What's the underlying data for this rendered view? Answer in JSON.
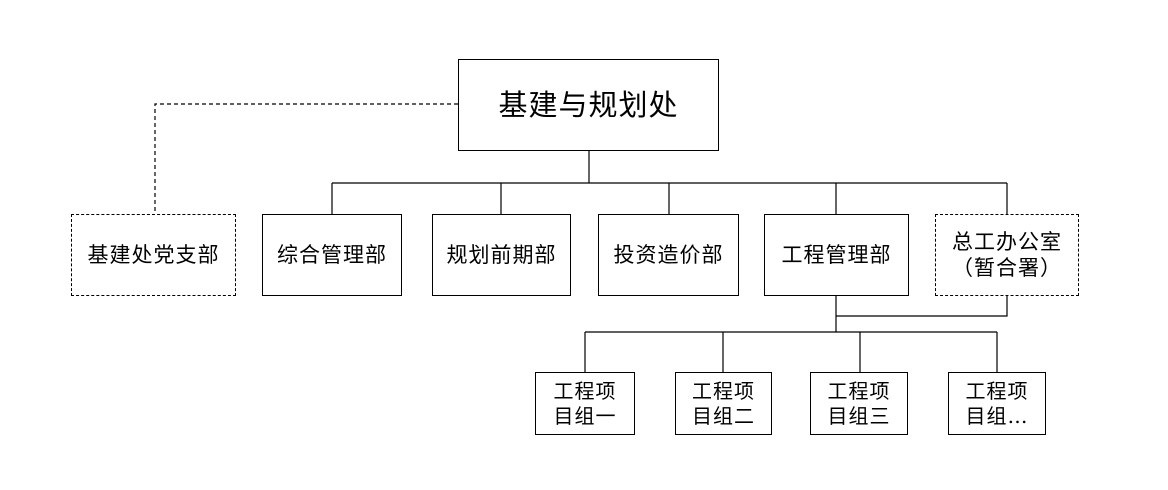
{
  "diagram": {
    "root": {
      "label": "基建与规划处"
    },
    "party_branch": {
      "label": "基建处党支部"
    },
    "departments": [
      {
        "label": "综合管理部"
      },
      {
        "label": "规划前期部"
      },
      {
        "label": "投资造价部"
      },
      {
        "label": "工程管理部"
      }
    ],
    "chief_engineer_office": {
      "line1": "总工办公室",
      "line2": "（暂合署）"
    },
    "project_groups": [
      {
        "line1": "工程项",
        "line2": "目组一"
      },
      {
        "line1": "工程项",
        "line2": "目组二"
      },
      {
        "line1": "工程项",
        "line2": "目组三"
      },
      {
        "line1": "工程项",
        "line2": "目组…"
      }
    ]
  }
}
